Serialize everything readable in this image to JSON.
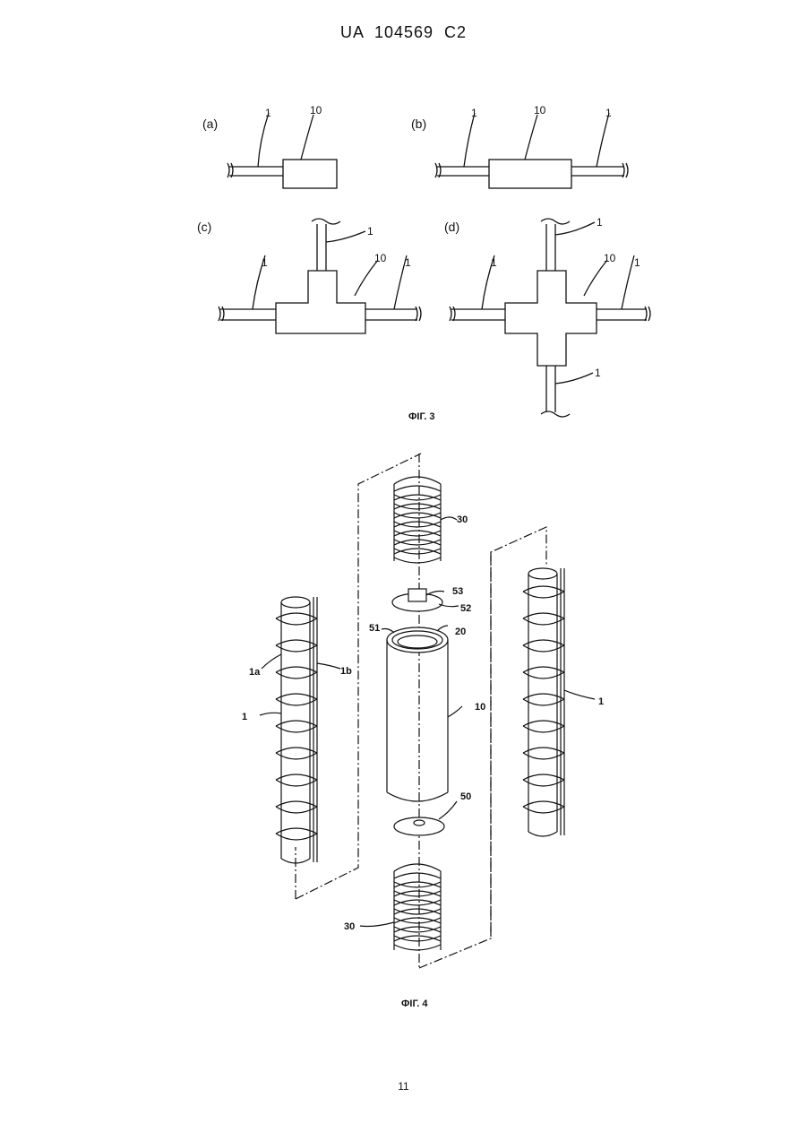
{
  "header": "UA   104569   C2",
  "fig3": {
    "caption": "ФІГ. 3",
    "panels": {
      "a": {
        "tag": "(a)",
        "labels": [
          "1",
          "10"
        ]
      },
      "b": {
        "tag": "(b)",
        "labels": [
          "1",
          "10",
          "1"
        ]
      },
      "c": {
        "tag": "(c)",
        "labels": [
          "1",
          "1",
          "10",
          "1"
        ]
      },
      "d": {
        "tag": "(d)",
        "labels": [
          "1",
          "1",
          "10",
          "1",
          "1"
        ]
      }
    }
  },
  "fig4": {
    "caption": "ФІГ. 4",
    "labels": {
      "spring_top": "30",
      "l53": "53",
      "l52": "52",
      "l51": "51",
      "l20": "20",
      "l10": "10",
      "l50": "50",
      "spring_bottom": "30",
      "l1a": "1a",
      "l1b": "1b",
      "l1_left": "1",
      "l1_right": "1"
    }
  },
  "page_number": "11"
}
